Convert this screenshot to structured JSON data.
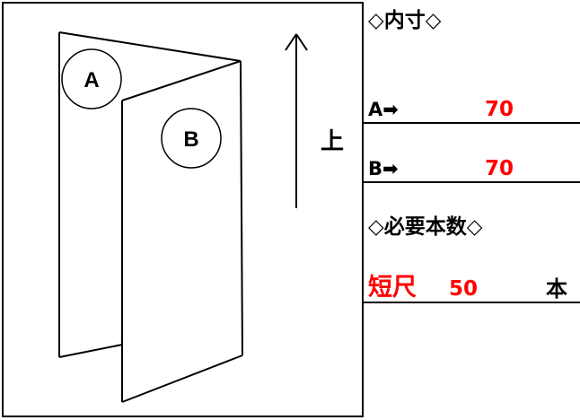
{
  "diagram": {
    "panel_a_label": "A",
    "panel_b_label": "B",
    "direction_label": "上"
  },
  "dimensions": {
    "heading": "◇内寸◇",
    "row_a": {
      "label": "A➡",
      "value": "70"
    },
    "row_b": {
      "label": "B➡",
      "value": "70"
    }
  },
  "required": {
    "heading": "◇必要本数◇",
    "item": "短尺",
    "quantity": "50",
    "unit": "本"
  },
  "colors": {
    "value": "#ff0000",
    "line": "#000000"
  }
}
